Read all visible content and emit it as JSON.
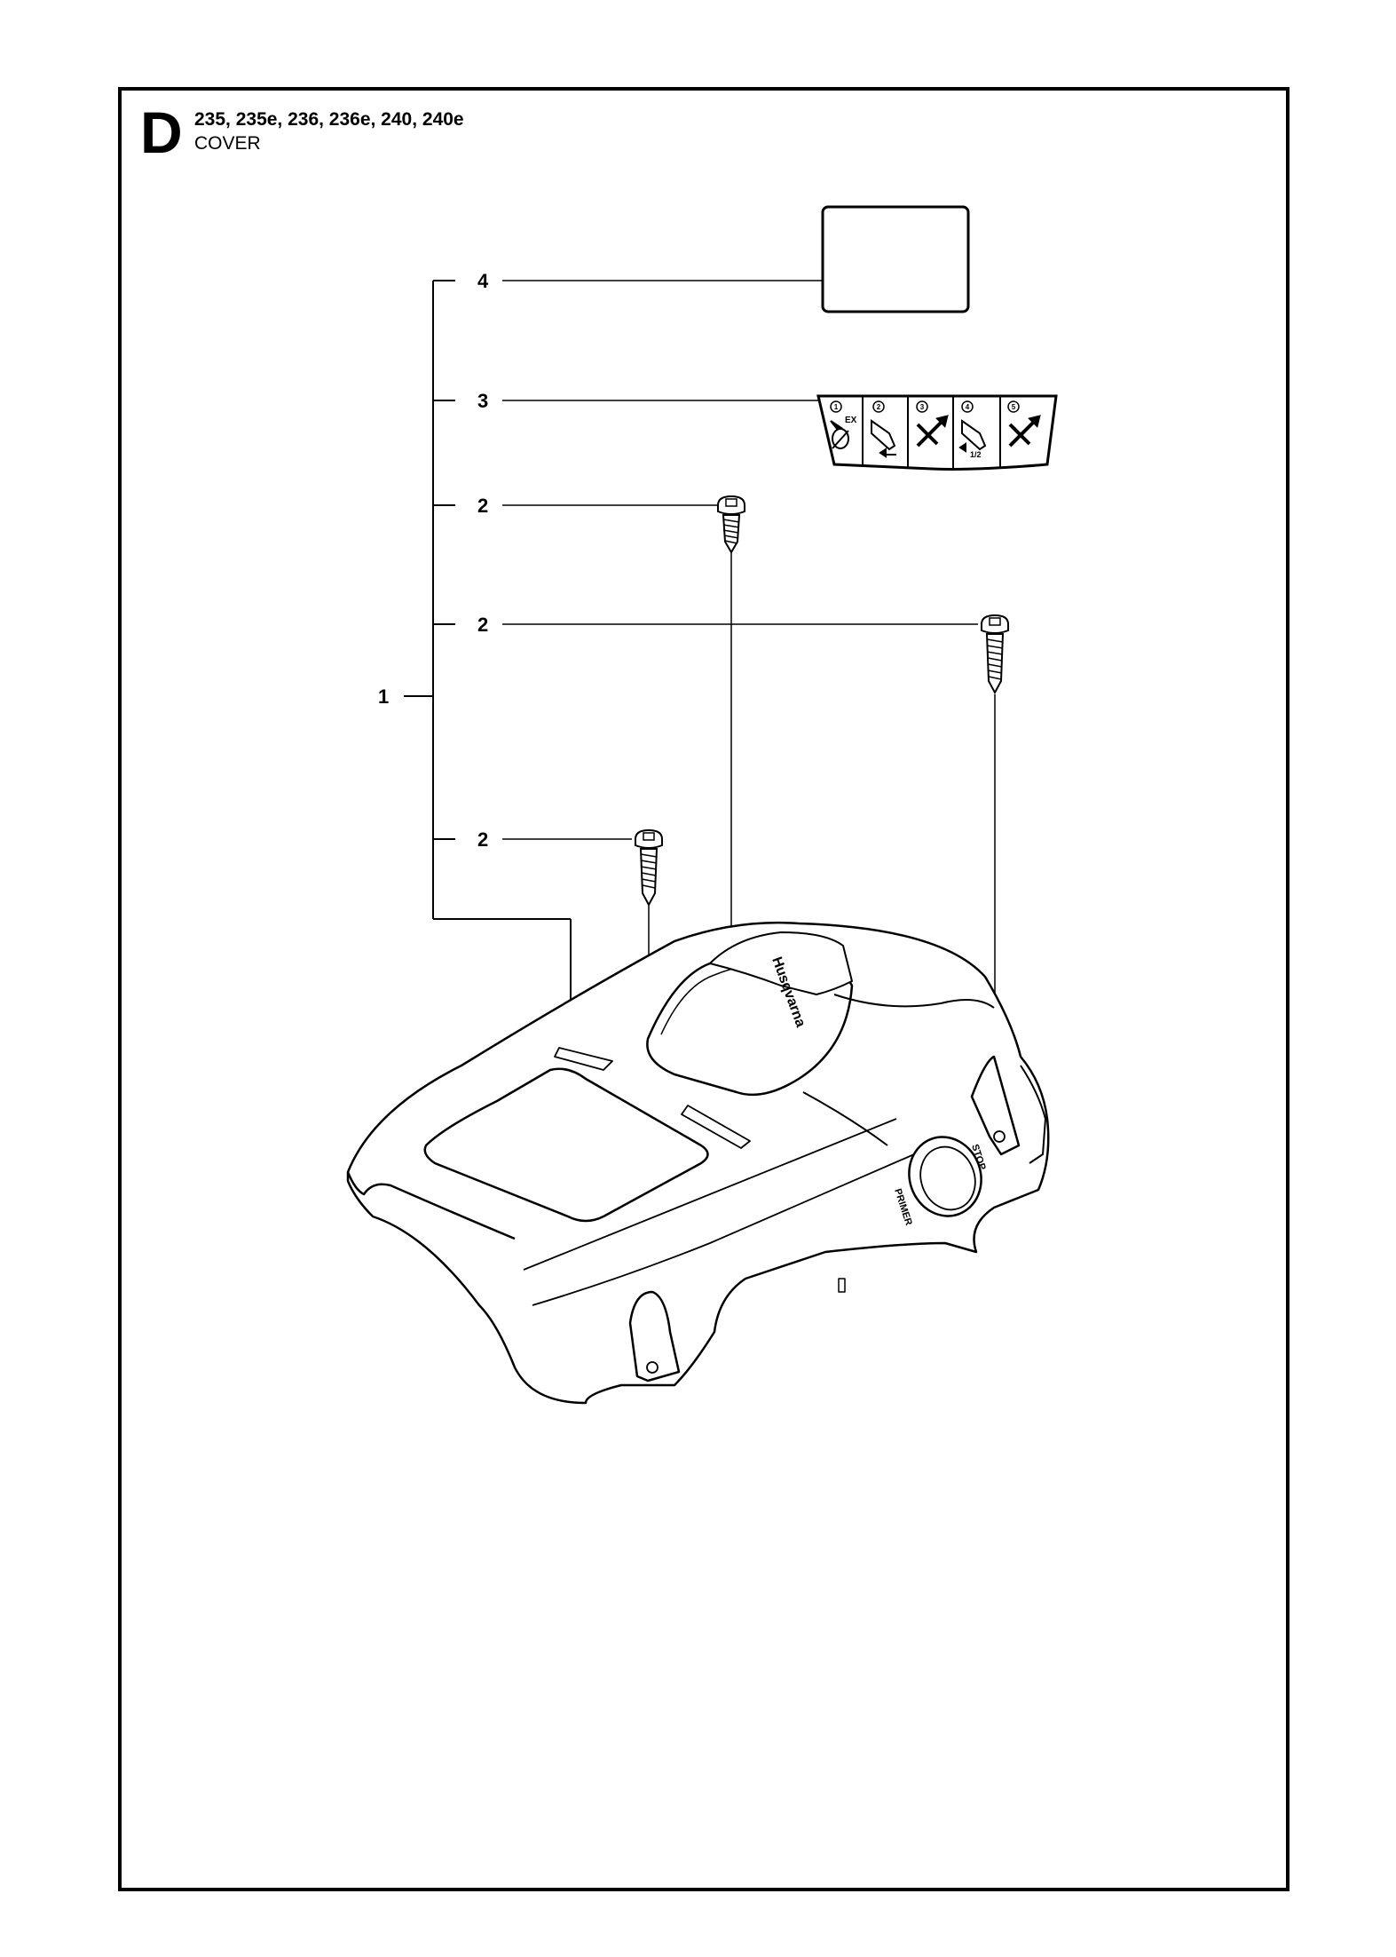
{
  "header": {
    "section_letter": "D",
    "models": "235, 235e, 236, 236e, 240, 240e",
    "section_name": "COVER"
  },
  "callouts": {
    "assembly": "1",
    "screw_upper": "2",
    "screw_middle": "2",
    "screw_lower": "2",
    "starting_decal": "3",
    "label": "4"
  },
  "decal": {
    "step_numbers": [
      "1",
      "2",
      "3",
      "4",
      "5"
    ],
    "choke_text": "EX",
    "half_throttle_text": "1/2"
  },
  "cover": {
    "primer_text": "PRIMER",
    "choke_text": "STOP",
    "logo_text": "Husqvarna"
  }
}
